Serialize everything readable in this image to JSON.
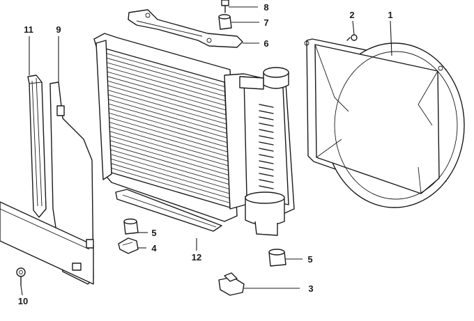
{
  "diagram": {
    "callouts": [
      {
        "id": "c1",
        "label": "1"
      },
      {
        "id": "c2",
        "label": "2"
      },
      {
        "id": "c3",
        "label": "3"
      },
      {
        "id": "c4",
        "label": "4"
      },
      {
        "id": "c5a",
        "label": "5"
      },
      {
        "id": "c5b",
        "label": "5"
      },
      {
        "id": "c6",
        "label": "6"
      },
      {
        "id": "c7",
        "label": "7"
      },
      {
        "id": "c8",
        "label": "8"
      },
      {
        "id": "c9",
        "label": "9"
      },
      {
        "id": "c10",
        "label": "10"
      },
      {
        "id": "c11",
        "label": "11"
      },
      {
        "id": "c12",
        "label": "12"
      }
    ]
  }
}
